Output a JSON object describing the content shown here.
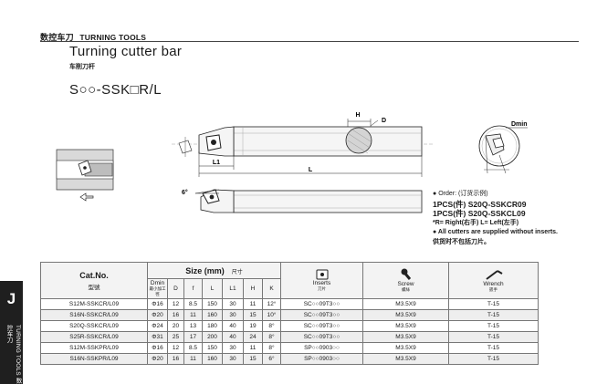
{
  "header": {
    "section_cn": "数控车刀",
    "section_en": "TURNING TOOLS"
  },
  "title": "Turning cutter bar",
  "subtitle": "车削刀杆",
  "code": "S○○-SSK□R/L",
  "dims": {
    "H": "H",
    "D": "D",
    "Dmin": "Dmin",
    "L1": "L1",
    "L": "L",
    "angle": "6°"
  },
  "order": {
    "line1": "Order: (订货示例)",
    "line2": "1PCS(件) S20Q-SSKCR09",
    "line3": "1PCS(件) S20Q-SSKCL09",
    "line4": "*R= Right(右手)   L= Left(左手)",
    "line5": "All cutters are supplied without inserts.",
    "line6": "供货时不包括刀片。"
  },
  "side": {
    "letter": "J",
    "text_en": "TURNING TOOLS",
    "text_cn": "数控车刀"
  },
  "table": {
    "cat_en": "Cat.No.",
    "cat_cn": "型號",
    "size_en": "Size (mm)",
    "size_cn": "尺寸",
    "dmin": "Dmin",
    "dmin_cn": "最小加工徑",
    "cols": [
      "D",
      "f",
      "L",
      "L1",
      "H",
      "K"
    ],
    "inserts": "Inserts",
    "inserts_cn": "刀片",
    "screw": "Screw",
    "screw_cn": "螺絲",
    "wrench": "Wrench",
    "wrench_cn": "扳手",
    "rows": [
      [
        "S12M-SSKCR/L09",
        "Φ16",
        "12",
        "8.5",
        "150",
        "30",
        "11",
        "12°",
        "SC○○09T3○○",
        "M3.5X9",
        "T-15"
      ],
      [
        "S16N-SSKCR/L09",
        "Φ20",
        "16",
        "11",
        "160",
        "30",
        "15",
        "10°",
        "SC○○09T3○○",
        "M3.5X9",
        "T-15"
      ],
      [
        "S20Q-SSKCR/L09",
        "Φ24",
        "20",
        "13",
        "180",
        "40",
        "19",
        "8°",
        "SC○○09T3○○",
        "M3.5X9",
        "T-15"
      ],
      [
        "S25R-SSKCR/L09",
        "Φ31",
        "25",
        "17",
        "200",
        "40",
        "24",
        "8°",
        "SC○○09T3○○",
        "M3.5X9",
        "T-15"
      ],
      [
        "S12M-SSKPR/L09",
        "Φ16",
        "12",
        "8.5",
        "150",
        "30",
        "11",
        "8°",
        "SP○○0903○○",
        "M3.5X9",
        "T-15"
      ],
      [
        "S16N-SSKPR/L09",
        "Φ20",
        "16",
        "11",
        "160",
        "30",
        "15",
        "6°",
        "SP○○0903○○",
        "M3.5X9",
        "T-15"
      ]
    ]
  }
}
